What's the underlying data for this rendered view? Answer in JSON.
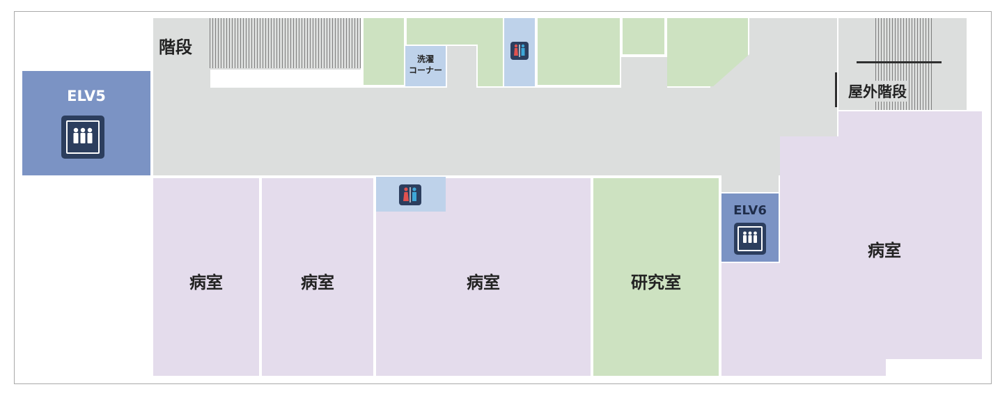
{
  "labels": {
    "stairs": "階段",
    "outdoor_stairs": "屋外階段",
    "laundry_line1": "洗濯",
    "laundry_line2": "コーナー",
    "elv5": "ELV5",
    "elv6": "ELV6",
    "ward_1": "病室",
    "ward_2": "病室",
    "ward_3": "病室",
    "ward_4": "病室",
    "lab": "研究室"
  },
  "colors": {
    "corridor": "#dcdedd",
    "ward": "#e4dcec",
    "green_room": "#cde2c1",
    "restroom": "#bed2ea",
    "elevator": "#7b93c4",
    "icon": "#2c3e5e",
    "female": "#e0524f",
    "male": "#3ea7d8"
  },
  "icons": [
    "elevator-icon",
    "restroom-icon"
  ]
}
